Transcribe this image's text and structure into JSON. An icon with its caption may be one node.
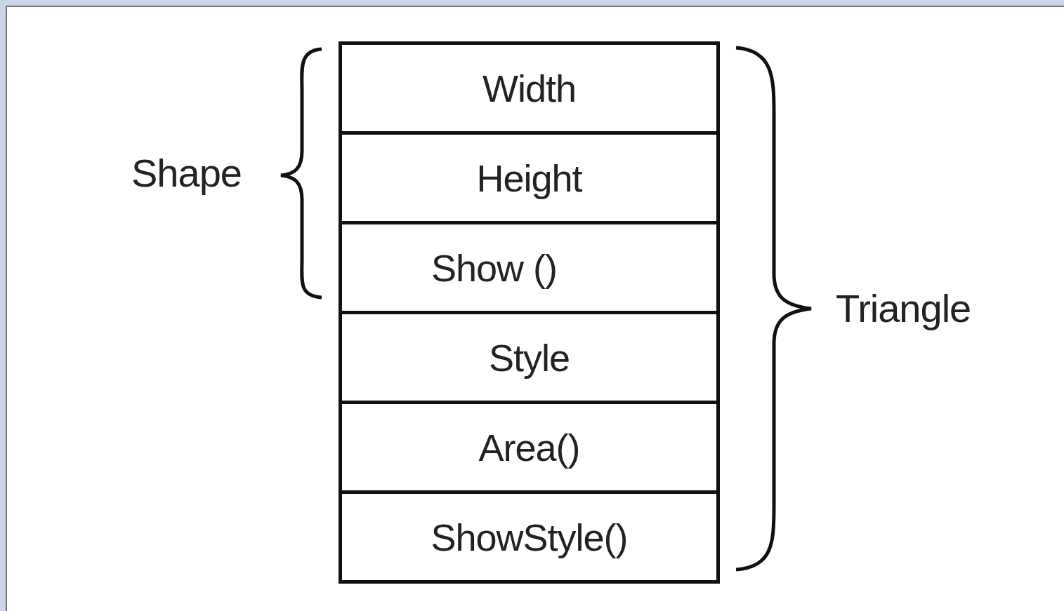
{
  "diagram": {
    "nodes": [
      {
        "text": [
          "Width"
        ]
      },
      {
        "text": [
          "Height"
        ]
      },
      {
        "text": [
          "Show ()"
        ]
      },
      {
        "text": [
          "Style"
        ]
      },
      {
        "text": [
          "Area()"
        ]
      },
      {
        "text": [
          "ShowStyle()"
        ]
      }
    ],
    "labels": [
      "Shape",
      "Triangle"
    ]
  }
}
